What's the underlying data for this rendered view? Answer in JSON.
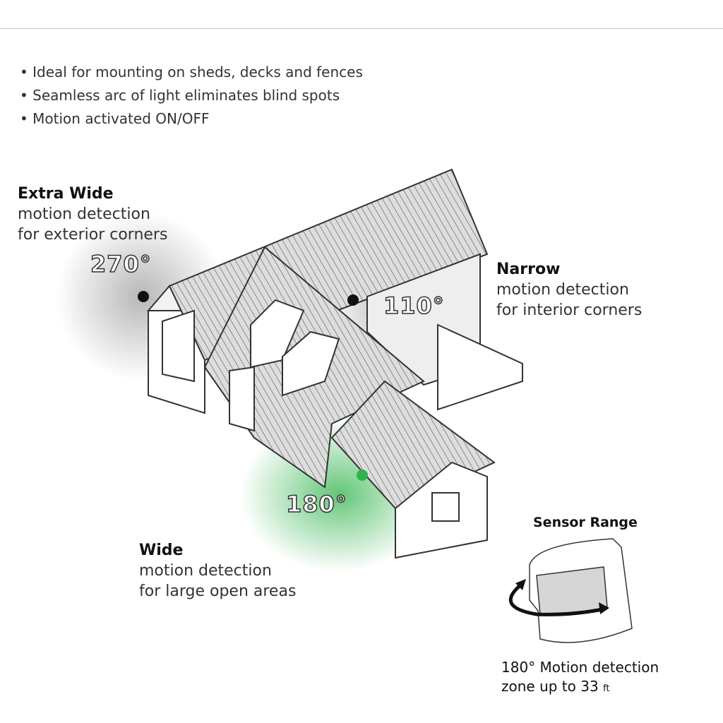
{
  "bullets": [
    "Ideal for mounting on sheds, decks and fences",
    "Seamless arc of light eliminates blind spots",
    "Motion activated ON/OFF"
  ],
  "extra_wide": {
    "title": "Extra Wide",
    "line1": "motion detection",
    "line2": "for exterior corners",
    "angle": "270°"
  },
  "narrow": {
    "title": "Narrow",
    "line1": "motion detection",
    "line2": "for interior corners",
    "angle": "110°"
  },
  "wide": {
    "title": "Wide",
    "line1": "motion detection",
    "line2": "for large open areas",
    "angle": "180°"
  },
  "sensor": {
    "title": "Sensor Range",
    "caption_line1": "180° Motion detection",
    "caption_line2": "zone up to 33",
    "unit": "ft"
  },
  "colors": {
    "green_glow": "#2fb34a",
    "gray_glow": "#9a9a9a"
  }
}
